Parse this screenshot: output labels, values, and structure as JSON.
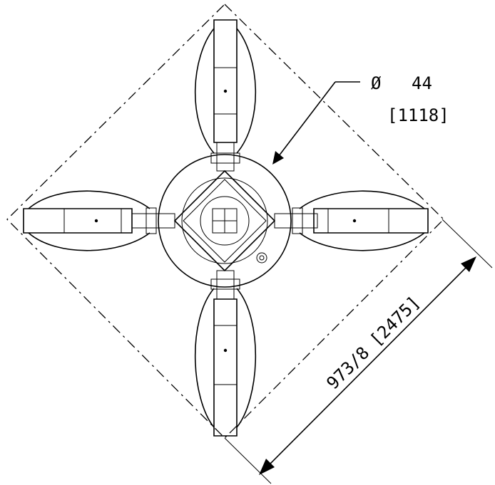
{
  "diameter_label": {
    "symbol": "Ø",
    "value": "44",
    "metric": "[1118]"
  },
  "diagonal_label": {
    "value": "973/8",
    "metric": "[2475]"
  }
}
